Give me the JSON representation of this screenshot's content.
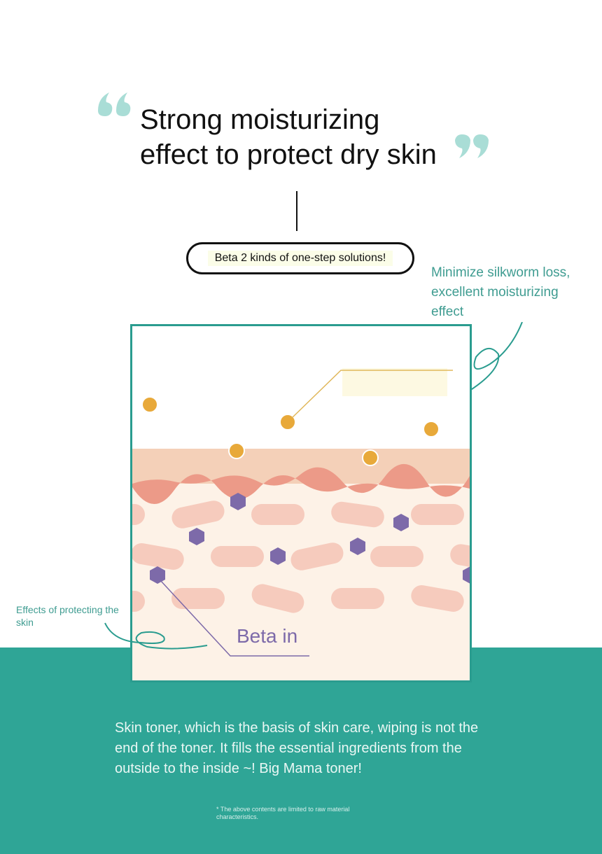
{
  "headline": {
    "line1": "Strong moisturizing",
    "line2": "effect to protect dry skin"
  },
  "pill_label": "Beta 2 kinds of one-step solutions!",
  "notes": {
    "right": "Minimize silkworm loss, excellent moisturizing effect",
    "left": "Effects of protecting the skin"
  },
  "diagram": {
    "label": "Beta in"
  },
  "body_copy": "Skin toner, which is the basis of skin care, wiping is not the end of the toner. It fills the essential ingredients from the outside to the inside ~! Big Mama toner!",
  "footnote": "* The above contents are limited to raw material characteristics.",
  "colors": {
    "teal": "#2fa596",
    "quote_mint": "#a9ddd6",
    "droplet": "#e8a93a",
    "hexagon": "#7d6aa9",
    "cell": "#f6cbbd",
    "skin_layer": "#f4d0b8",
    "skin_line": "#ec9a88"
  },
  "icons": {
    "open_quote": "quote-open-icon",
    "close_quote": "quote-close-icon"
  }
}
